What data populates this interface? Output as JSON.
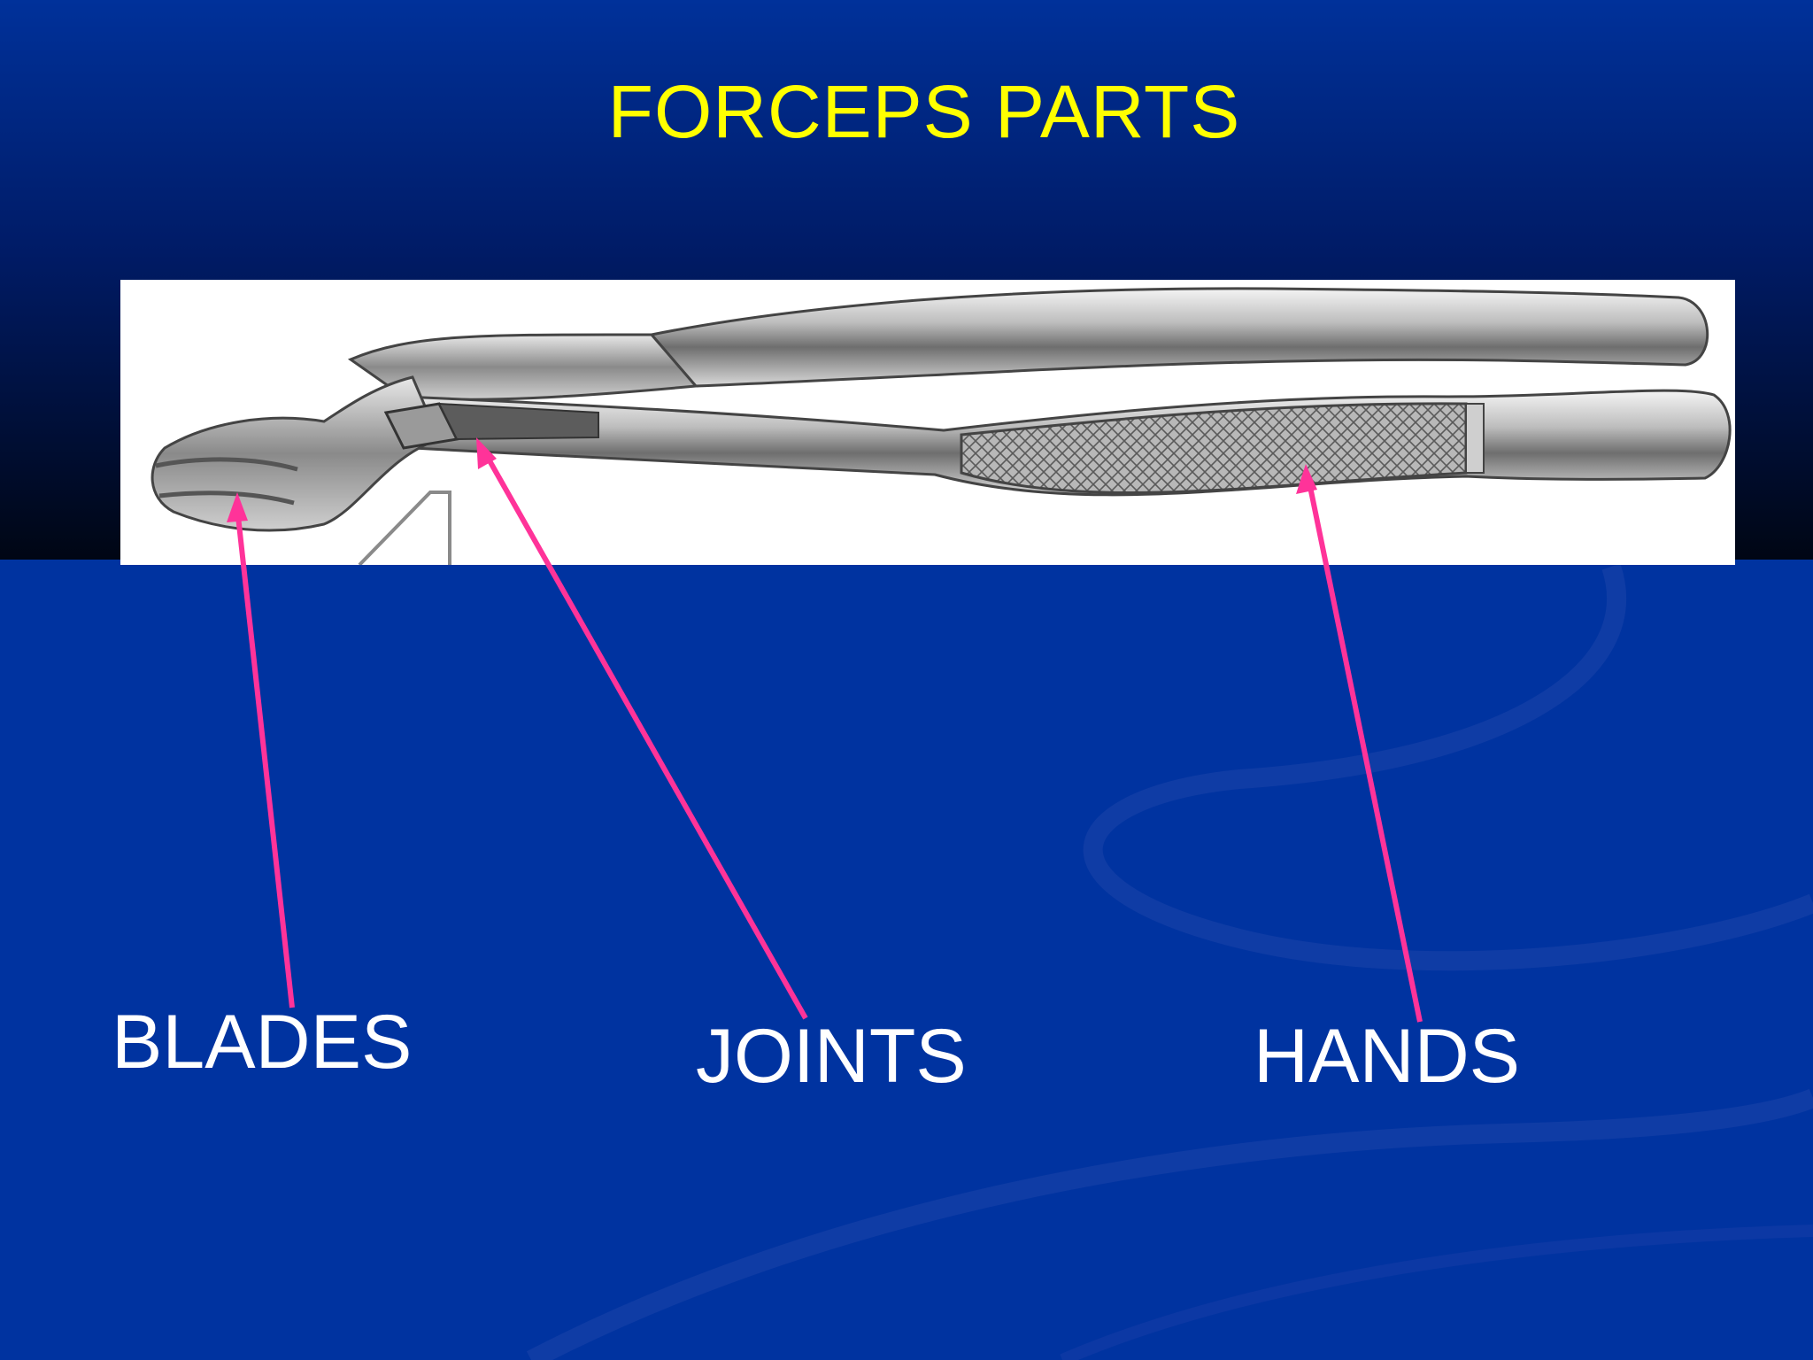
{
  "slide": {
    "title": "FORCEPS PARTS",
    "labels": {
      "blades": "BLADES",
      "joints": "JOINTS",
      "hands": "HANDS"
    }
  },
  "colors": {
    "background": "#0033a0",
    "title": "#ffff00",
    "label_text": "#ffffff",
    "arrow": "#ff3399"
  }
}
